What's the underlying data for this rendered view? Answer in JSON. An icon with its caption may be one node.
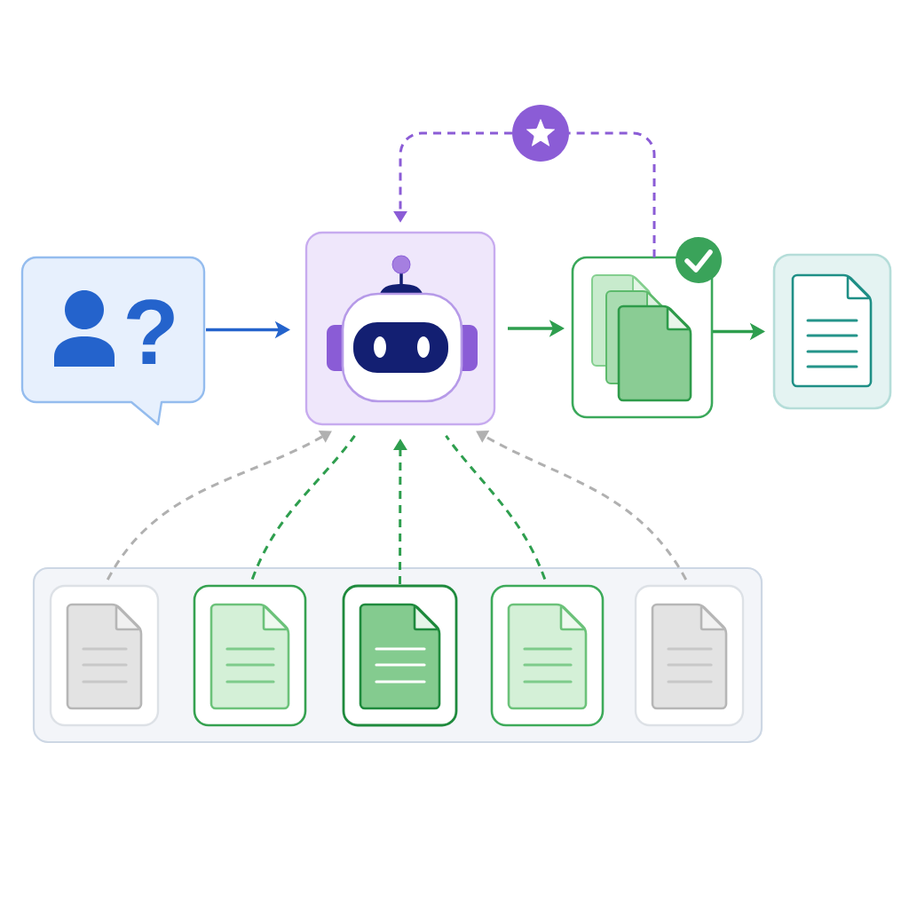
{
  "diagram": {
    "nodes": [
      {
        "text": [],
        "shape": "circle"
      },
      {
        "text": [
          "?"
        ]
      },
      {
        "text": [],
        "shape": "box"
      },
      {
        "text": [],
        "shape": "box"
      },
      {
        "text": [],
        "shape": "box"
      },
      {
        "text": [],
        "shape": "box"
      },
      {
        "text": [],
        "shape": "box",
        "in": 5
      },
      {
        "text": [],
        "shape": "box",
        "in": 5
      },
      {
        "text": [],
        "shape": "box",
        "in": 5
      },
      {
        "text": [],
        "shape": "box",
        "in": 5
      },
      {
        "text": [],
        "shape": "box",
        "in": 5
      }
    ],
    "edges": [
      {
        "from": 1,
        "to": 2,
        "arrow": "to",
        "color": "#2463cc"
      },
      {
        "from": 2,
        "to": 3,
        "arrow": "to"
      },
      {
        "from": 3,
        "to": 4,
        "arrow": "to"
      },
      {
        "from": 3,
        "to": 0,
        "arrow": "none",
        "style": "dashed",
        "color": "#8b5cd6"
      },
      {
        "from": 0,
        "to": 2,
        "arrow": "to",
        "style": "dashed",
        "color": "#8b5cd6"
      },
      {
        "from": 6,
        "to": 2,
        "arrow": "to",
        "style": "dashed",
        "color": "#b0b0b0"
      },
      {
        "from": 7,
        "to": 2,
        "arrow": "none",
        "style": "dashed"
      },
      {
        "from": 8,
        "to": 2,
        "arrow": "to",
        "style": "dashed"
      },
      {
        "from": 9,
        "to": 2,
        "arrow": "none",
        "style": "dashed"
      },
      {
        "from": 10,
        "to": 2,
        "arrow": "to",
        "style": "dashed",
        "color": "#b0b0b0"
      }
    ]
  }
}
